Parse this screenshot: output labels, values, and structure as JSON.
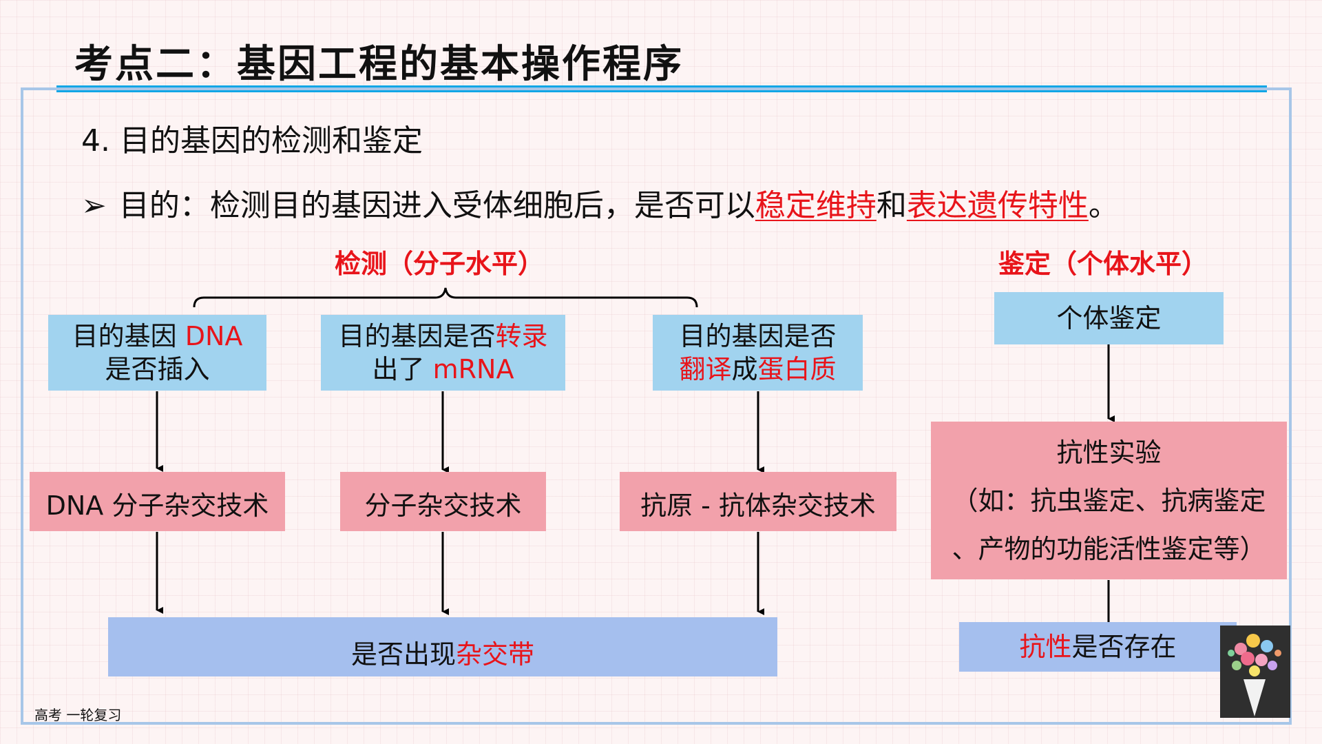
{
  "title": "考点二：基因工程的基本操作程序",
  "heading": "4. 目的基因的检测和鉴定",
  "purpose": {
    "bullet": "➢",
    "prefix": "目的：检测目的基因进入受体细胞后，是否可以",
    "highlight1": "稳定维持",
    "connector": "和",
    "highlight2": "表达遗传特性",
    "suffix": "。"
  },
  "detection": {
    "label": "检测（分子水平）",
    "boxes": [
      {
        "line1a": "目的基因 ",
        "line1b": "DNA",
        "line2a": "是否插入",
        "line2b": ""
      },
      {
        "line1a": "目的基因是否",
        "line1b": "转录",
        "line2a": "出了 ",
        "line2b": "mRNA"
      },
      {
        "line1a": "目的基因是否",
        "line1b": "",
        "line2a": "翻译",
        "line2b": "成",
        "line2c": "蛋白质"
      }
    ],
    "techniques": [
      "DNA 分子杂交技术",
      "分子杂交技术",
      "抗原 - 抗体杂交技术"
    ],
    "result": {
      "prefix": "是否出现",
      "highlight": "杂交带"
    }
  },
  "identification": {
    "label": "鉴定（个体水平）",
    "box1": "个体鉴定",
    "test": {
      "title": "抗性实验",
      "line2": "（如：抗虫鉴定、抗病鉴定",
      "line3": "、产物的功能活性鉴定等）"
    },
    "result": {
      "highlight": "抗性",
      "suffix": "是否存在"
    }
  },
  "footer": "高考 一轮复习",
  "colors": {
    "title_bar": "#12a6e6",
    "blue_box": "#a1d3ef",
    "pink_box": "#f2a1ab",
    "lavender_box": "#a5bfee",
    "red_text": "#e8141a"
  }
}
